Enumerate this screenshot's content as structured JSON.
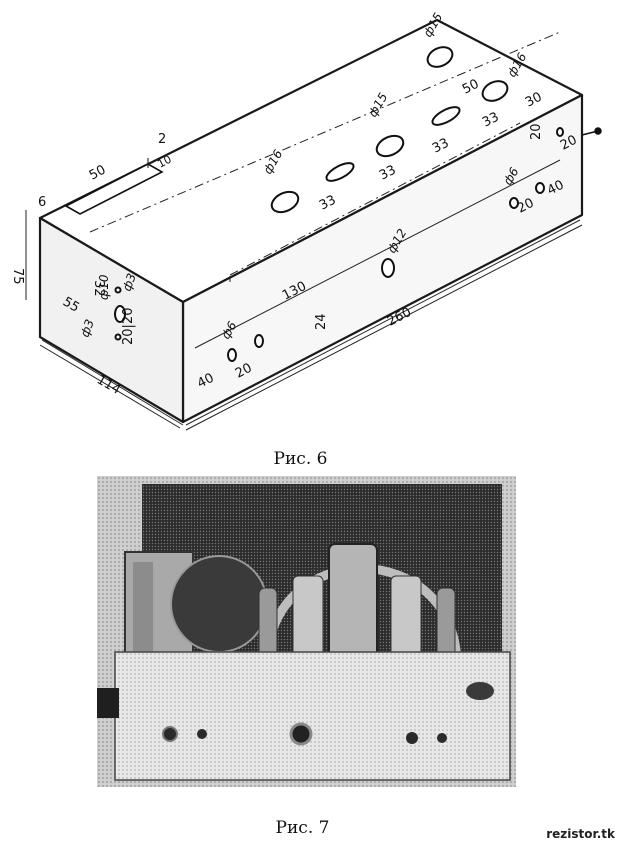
{
  "figure6": {
    "caption": "Рис. 6",
    "dimensions": {
      "height": "75",
      "width": "114",
      "length": "260",
      "end_depth": "6",
      "slot_length": "50",
      "slot_width": "2",
      "slot_offset": "10",
      "d130": "130",
      "d24": "24",
      "d32": "32",
      "d55": "55",
      "d2020": "20|20",
      "front_40": "40",
      "front_20": "20",
      "right_40": "40",
      "right_20": "20",
      "top_33a": "33",
      "top_33b": "33",
      "top_33c": "33",
      "top_33d": "33",
      "top_50": "50",
      "top_30": "30",
      "side_20a": "20",
      "side_20b": "20"
    },
    "hole_labels": {
      "d16_left": "ф16",
      "d15_mid": "ф15",
      "d15_back": "ф15",
      "d16_back": "ф16",
      "d12": "ф12",
      "d6_front": "ф6",
      "d6_right": "ф6",
      "d10": "ф10",
      "d3_top": "ф3",
      "d3_bottom": "ф3"
    }
  },
  "figure7": {
    "caption": "Рис. 7"
  },
  "watermark": "rezistor.tk"
}
